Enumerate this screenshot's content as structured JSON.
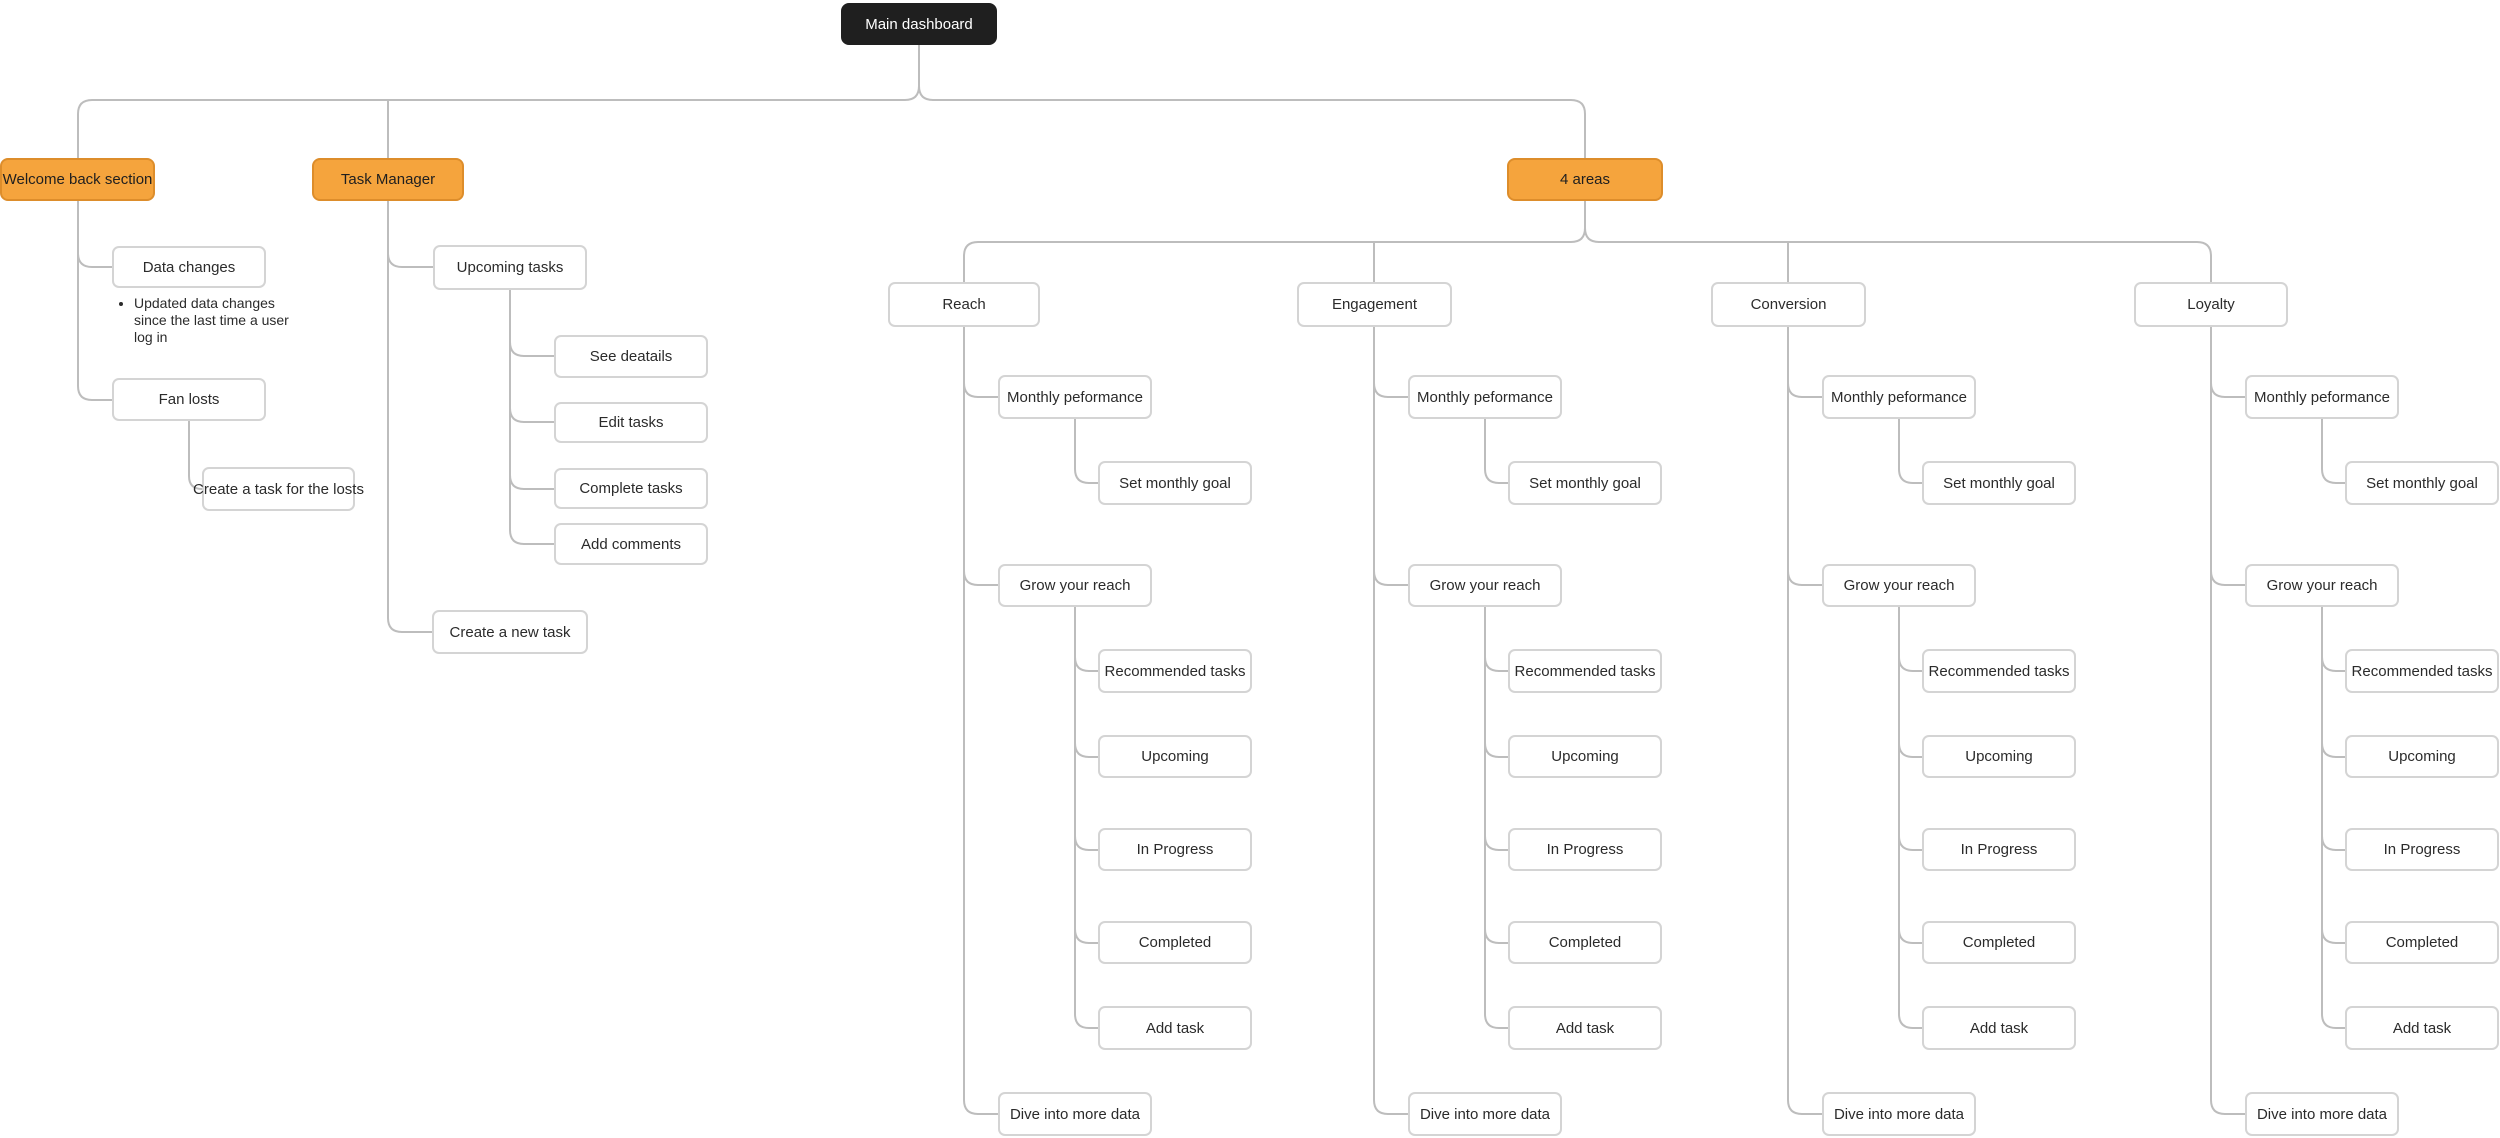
{
  "canvas": {
    "background": "#ffffff"
  },
  "colors": {
    "accent_orange": "#f5a43d",
    "accent_orange_border": "#dd8d2b",
    "root_node_bg": "#1f1f1f",
    "root_node_text": "#ffffff",
    "node_border": "#d4d4d4",
    "connector": "#bdbdbd",
    "text": "#2b2b2b"
  },
  "diagram": {
    "root": {
      "label": "Main dashboard"
    },
    "welcome": {
      "label": "Welcome back section",
      "data_changes": {
        "label": "Data changes",
        "note": "Updated data changes since the last time a user log in"
      },
      "fan_losts": {
        "label": "Fan losts",
        "create_task": "Create a task for the losts"
      }
    },
    "task_manager": {
      "label": "Task Manager",
      "upcoming_tasks": {
        "label": "Upcoming tasks",
        "children": [
          "See deatails",
          "Edit tasks",
          "Complete tasks",
          "Add comments"
        ]
      },
      "create_new_task": "Create a new task"
    },
    "areas": {
      "label": "4 areas",
      "columns": [
        {
          "label": "Reach"
        },
        {
          "label": "Engagement"
        },
        {
          "label": "Conversion"
        },
        {
          "label": "Loyalty"
        }
      ],
      "column_items": {
        "monthly_performance": "Monthly peformance",
        "set_monthly_goal": "Set monthly goal",
        "grow_your_reach": "Grow your reach",
        "tasks": [
          "Recommended tasks",
          "Upcoming",
          "In Progress",
          "Completed",
          "Add task"
        ],
        "dive": "Dive into more data"
      }
    }
  }
}
